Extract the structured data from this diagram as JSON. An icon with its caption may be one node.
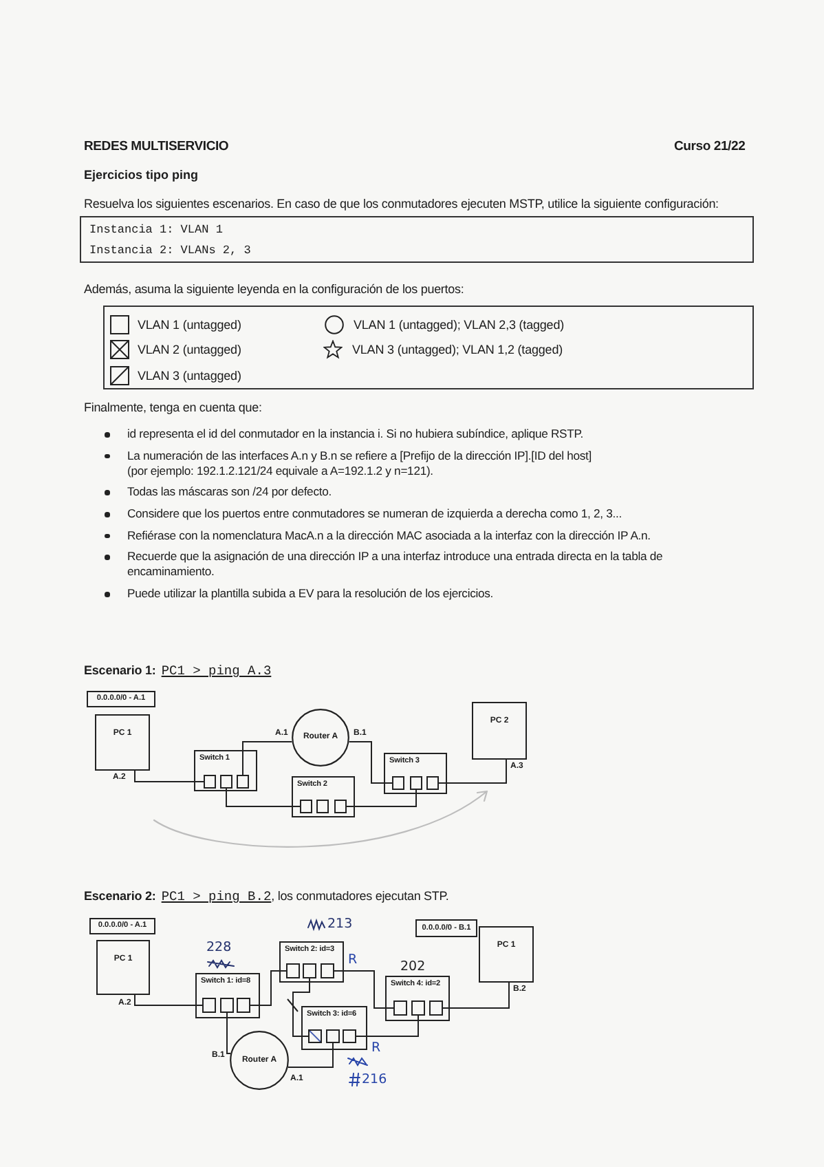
{
  "diagram": {
    "nodes": [
      {
        "text": [
          "Instancia 1: VLAN 1",
          "Instancia 2: VLANs 2, 3"
        ]
      },
      {
        "text": [
          "0.0.0.0/0 - A.1"
        ]
      },
      {
        "text": [
          "PC 1"
        ],
        "beside": [
          "A.2"
        ]
      },
      {
        "text": [
          "Switch 1"
        ]
      },
      {
        "text": [],
        "shape": "box",
        "in": 3
      },
      {
        "text": [],
        "shape": "box",
        "in": 3
      },
      {
        "text": [],
        "shape": "box",
        "in": 3
      },
      {
        "text": [
          "Router A"
        ],
        "beside": [
          "A.1",
          "B.1"
        ]
      },
      {
        "text": [
          "PC 2"
        ],
        "beside": [
          "A.3"
        ]
      },
      {
        "text": [
          "Switch 3"
        ]
      },
      {
        "text": [],
        "shape": "box",
        "in": 9
      },
      {
        "text": [],
        "shape": "box",
        "in": 9
      },
      {
        "text": [],
        "shape": "box",
        "in": 9
      },
      {
        "text": [
          "Switch 2"
        ]
      },
      {
        "text": [],
        "shape": "box",
        "in": 13
      },
      {
        "text": [],
        "shape": "box",
        "in": 13
      },
      {
        "text": [],
        "shape": "box",
        "in": 13
      },
      {
        "text": [
          "0.0.0.0/0 - A.1"
        ]
      },
      {
        "text": [
          "PC 1"
        ],
        "beside": [
          "A.2"
        ]
      },
      {
        "text": [
          "Switch 1: id=8"
        ]
      },
      {
        "text": [],
        "shape": "box",
        "in": 19
      },
      {
        "text": [],
        "shape": "box",
        "in": 19
      },
      {
        "text": [],
        "shape": "box",
        "in": 19
      },
      {
        "text": [
          "Switch 2: id=3"
        ]
      },
      {
        "text": [],
        "shape": "box",
        "in": 23
      },
      {
        "text": [],
        "shape": "box",
        "in": 23
      },
      {
        "text": [],
        "shape": "box",
        "in": 23
      },
      {
        "text": [
          "Switch 4: id=2"
        ]
      },
      {
        "text": [],
        "shape": "box",
        "in": 27
      },
      {
        "text": [],
        "shape": "box",
        "in": 27
      },
      {
        "text": [],
        "shape": "box",
        "in": 27
      },
      {
        "text": [
          "Switch 3: id=6"
        ]
      },
      {
        "text": [],
        "shape": "box",
        "in": 31
      },
      {
        "text": [],
        "shape": "box",
        "in": 31
      },
      {
        "text": [],
        "shape": "box",
        "in": 31
      },
      {
        "text": [
          "Router A"
        ],
        "beside": [
          "B.1",
          "A.1"
        ]
      },
      {
        "text": [
          "0.0.0.0/0 - B.1"
        ]
      },
      {
        "text": [
          "PC 1"
        ],
        "beside": [
          "B.2"
        ]
      }
    ],
    "edges": [
      {
        "from": 2,
        "to": 4,
        "arrow": "none"
      },
      {
        "from": 6,
        "to": 7,
        "arrow": "none"
      },
      {
        "from": 5,
        "to": 14,
        "arrow": "none"
      },
      {
        "from": 7,
        "to": 10,
        "arrow": "none"
      },
      {
        "from": 16,
        "to": 11,
        "arrow": "none"
      },
      {
        "from": 12,
        "to": 8,
        "arrow": "none"
      },
      {
        "from": 18,
        "to": 20,
        "arrow": "none"
      },
      {
        "from": 21,
        "to": 35,
        "arrow": "none"
      },
      {
        "from": 22,
        "to": 24,
        "arrow": "none"
      },
      {
        "from": 25,
        "to": 32,
        "arrow": "none"
      },
      {
        "from": 26,
        "to": 28,
        "arrow": "none"
      },
      {
        "from": 35,
        "to": 33,
        "arrow": "none"
      },
      {
        "from": 34,
        "to": 29,
        "arrow": "none"
      },
      {
        "from": 30,
        "to": 37,
        "arrow": "none"
      }
    ],
    "labels": [
      "REDES MULTISERVICIO",
      "Curso 21/22",
      "Ejercicios tipo ping",
      "Resuelva los siguientes escenarios. En caso de que los conmutadores ejecuten MSTP, utilice la siguiente configuración:",
      "Además, asuma la siguiente leyenda en la configuración de los puertos:",
      "Finalmente, tenga en cuenta que:",
      "id representa el id del conmutador en la instancia i. Si no hubiera subíndice, aplique RSTP.",
      "La numeración de las interfaces A.n y B.n se refiere a [Prefijo de la dirección IP].[ID del host] (por ejemplo: 192.1.2.121/24 equivale a A=192.1.2 y n=121).",
      "Todas las máscaras son /24 por defecto.",
      "Considere que los puertos entre conmutadores se numeran de izquierda a derecha como 1, 2, 3...",
      "Refiérase con la nomenclatura MacA.n a la dirección MAC asociada a la interfaz con la dirección IP A.n.",
      "Recuerde que la asignación de una dirección IP a una interfaz introduce una entrada directa en la tabla de encaminamiento.",
      "Puede utilizar la plantilla subida a EV para la resolución de los ejercicios.",
      "Escenario 1:",
      "PC1 > ping A.3",
      "Escenario 2:",
      "PC1 > ping B.2",
      ", los conmutadores ejecutan STP.",
      "228",
      "213",
      "R",
      "202",
      "R",
      "216"
    ],
    "legend": [
      {
        "text": "VLAN 1 (untagged)"
      },
      {
        "text": "VLAN 1 (untagged); VLAN 2,3 (tagged)"
      },
      {
        "text": "VLAN 2 (untagged)"
      },
      {
        "text": "VLAN 3 (untagged); VLAN 1,2 (tagged)"
      },
      {
        "text": "VLAN 3 (untagged)"
      }
    ]
  }
}
